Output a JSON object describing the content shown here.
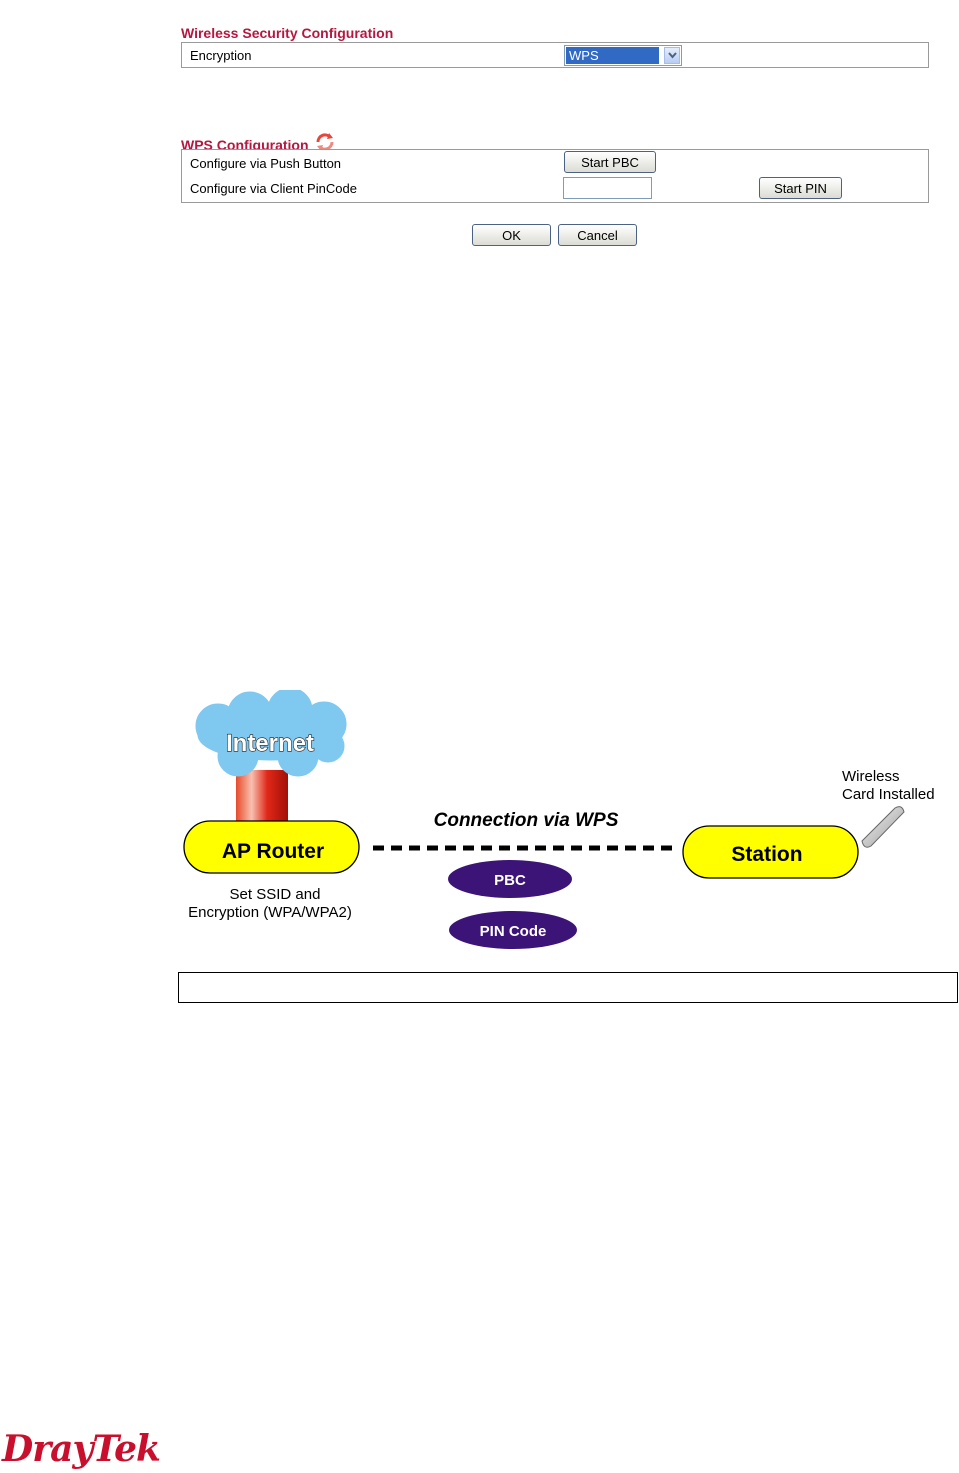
{
  "wireless_security": {
    "title": "Wireless Security Configuration",
    "encryption_label": "Encryption",
    "encryption_value": "WPS"
  },
  "wps": {
    "title": "WPS Configuration",
    "push_button_label": "Configure via Push Button",
    "start_pbc_label": "Start PBC",
    "pincode_label": "Configure via Client PinCode",
    "pincode_value": "",
    "start_pin_label": "Start PIN"
  },
  "actions": {
    "ok_label": "OK",
    "cancel_label": "Cancel"
  },
  "diagram": {
    "internet": "Internet",
    "ap_router": "AP Router",
    "ap_note_line1": "Set SSID and",
    "ap_note_line2": "Encryption (WPA/WPA2)",
    "connection": "Connection via WPS",
    "pbc": "PBC",
    "pin_code": "PIN Code",
    "station": "Station",
    "wireless_line1": "Wireless",
    "wireless_line2": "Card Installed"
  },
  "caption": "",
  "logo_text": "DrayTek",
  "colors": {
    "section_title": "#b5173f",
    "selection": "#316ac5",
    "node_fill": "#ffff00",
    "pill_fill": "#3c1478",
    "cloud_fill": "#7fc8f0",
    "logo": "#c8102e"
  }
}
